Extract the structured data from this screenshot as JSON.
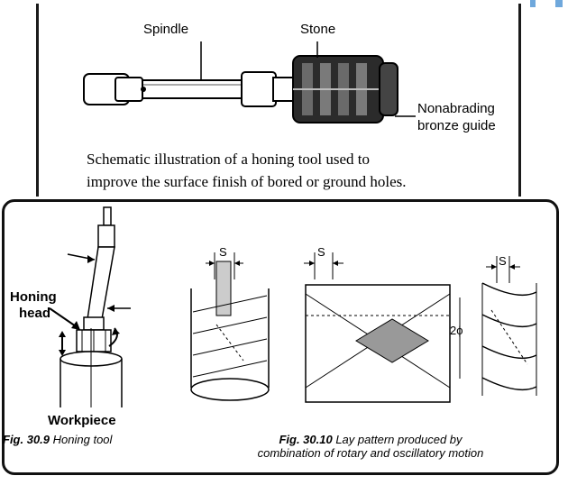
{
  "top": {
    "labels": {
      "spindle": "Spindle",
      "stone": "Stone",
      "guide_line1": "Nonabrading",
      "guide_line2": "bronze guide"
    },
    "caption_line1": "Schematic illustration of a honing tool used to",
    "caption_line2": "improve the surface finish of bored or ground holes."
  },
  "bottom": {
    "labels": {
      "honing_line1": "Honing",
      "honing_line2": "head",
      "workpiece": "Workpiece",
      "s1": "S",
      "s2": "S",
      "s3": "S",
      "two_phi": "2ϕ"
    },
    "fig9": {
      "number": "Fig. 30.9",
      "text": "Honing tool"
    },
    "fig10": {
      "number": "Fig. 30.10",
      "text_line1": "Lay pattern produced by",
      "text_line2": "combination of rotary and oscillatory motion"
    }
  }
}
